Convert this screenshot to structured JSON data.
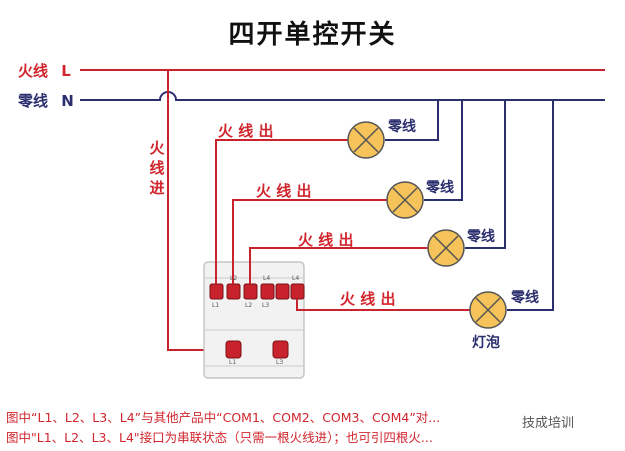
{
  "title": "四开单控开关",
  "lines": {
    "live_label": "火线",
    "live_letter": "L",
    "neutral_label": "零线",
    "neutral_letter": "N"
  },
  "live_in_label": [
    "火",
    "线",
    "进"
  ],
  "outputs": [
    {
      "live_out": "火 线 出",
      "neutral": "零线"
    },
    {
      "live_out": "火 线 出",
      "neutral": "零线"
    },
    {
      "live_out": "火 线 出",
      "neutral": "零线"
    },
    {
      "live_out": "火 线 出",
      "neutral": "零线"
    }
  ],
  "bulb_label": "灯泡",
  "switch": {
    "top_terminals": [
      "L2",
      "L4",
      "L4"
    ],
    "bottom_labels": [
      "L1",
      "L2",
      "L3"
    ],
    "bottom_terminals": [
      "L1",
      "L3"
    ]
  },
  "captions": [
    "图中“L1、L2、L3、L4”与其他产品中“COM1、COM2、COM3、COM4”对...",
    "图中\"L1、L2、L3、L4\"接口为串联状态（只需一根火线进）；也可引四根火..."
  ],
  "watermark": "技成培训",
  "colors": {
    "live": "#c8232c",
    "neutral": "#2b2f6e",
    "bulb_fill": "#f6c35a",
    "terminal": "#c8232c"
  }
}
